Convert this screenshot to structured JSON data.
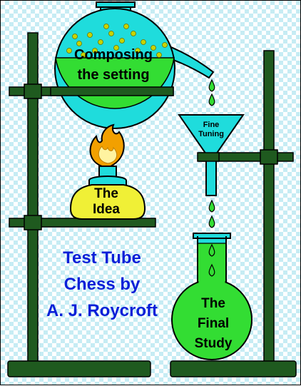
{
  "labels": {
    "flask_line1": "Composing",
    "flask_line2": "the setting",
    "funnel_line1": "Fine",
    "funnel_line2": "Tuning",
    "burner_line1": "The",
    "burner_line2": "Idea",
    "final_line1": "The",
    "final_line2": "Final",
    "final_line3": "Study"
  },
  "title": {
    "line1": "Test Tube",
    "line2": "Chess  by",
    "line3": "A. J. Roycroft"
  },
  "colors": {
    "stand": "#1f5a1f",
    "liquid": "#33dd33",
    "glass": "#1fdcdc",
    "burner": "#f0f036",
    "flame": "#f2a000",
    "title": "#0a1fd8"
  }
}
